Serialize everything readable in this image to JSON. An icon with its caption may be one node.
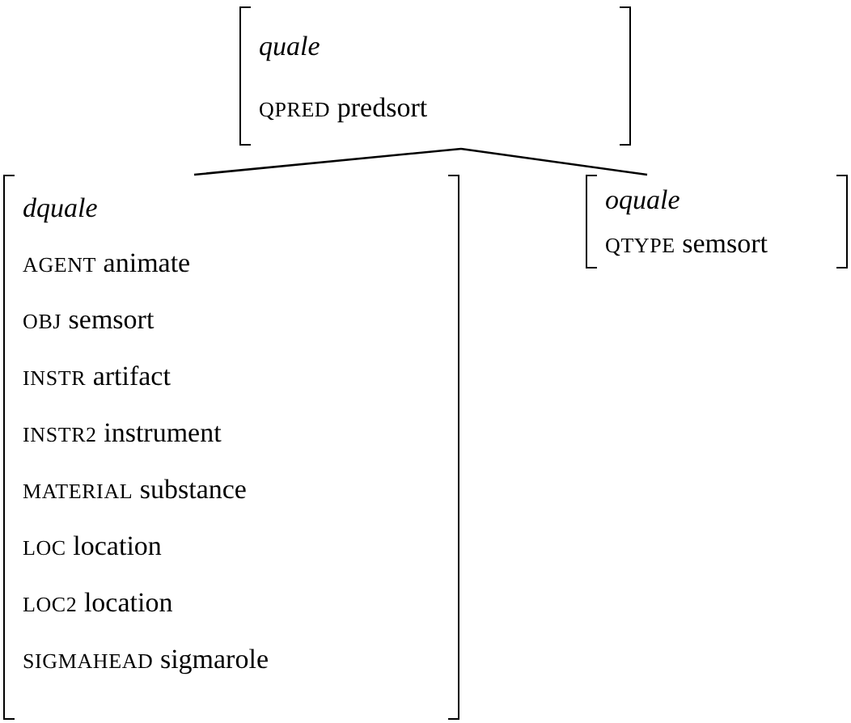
{
  "diagram": {
    "nodes": [
      {
        "text": [
          "quale",
          "QPRED predsort"
        ]
      },
      {
        "text": [
          "dquale",
          "AGENT animate",
          "OBJ semsort",
          "INSTR artifact",
          "INSTR2 instrument",
          "MATERIAL substance",
          "LOC location",
          "LOC2 location",
          "SIGMAHEAD sigmarole"
        ]
      },
      {
        "text": [
          "oquale",
          "QTYPE semsort"
        ]
      }
    ],
    "edges": [
      {
        "from": 0,
        "to": 1,
        "arrow": "none"
      },
      {
        "from": 0,
        "to": 2,
        "arrow": "none"
      }
    ]
  }
}
